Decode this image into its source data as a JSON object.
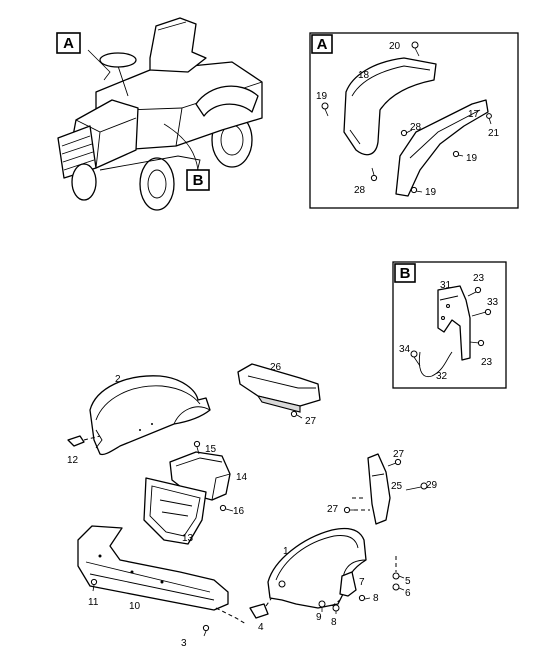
{
  "detail_tags": {
    "a": "A",
    "b": "B"
  },
  "callouts": {
    "n1": "1",
    "n2": "2",
    "n3": "3",
    "n4": "4",
    "n5": "5",
    "n6": "6",
    "n7": "7",
    "n8a": "8",
    "n8b": "8",
    "n9": "9",
    "n10": "10",
    "n11": "11",
    "n12": "12",
    "n13": "13",
    "n14": "14",
    "n15": "15",
    "n16": "16",
    "n17": "17",
    "n18": "18",
    "n19a": "19",
    "n19b": "19",
    "n19c": "19",
    "n20": "20",
    "n21": "21",
    "n23a": "23",
    "n23b": "23",
    "n25": "25",
    "n26": "26",
    "n27a": "27",
    "n27b": "27",
    "n27c": "27",
    "n28a": "28",
    "n28b": "28",
    "n29": "29",
    "n31": "31",
    "n32": "32",
    "n33": "33",
    "n34": "34"
  }
}
